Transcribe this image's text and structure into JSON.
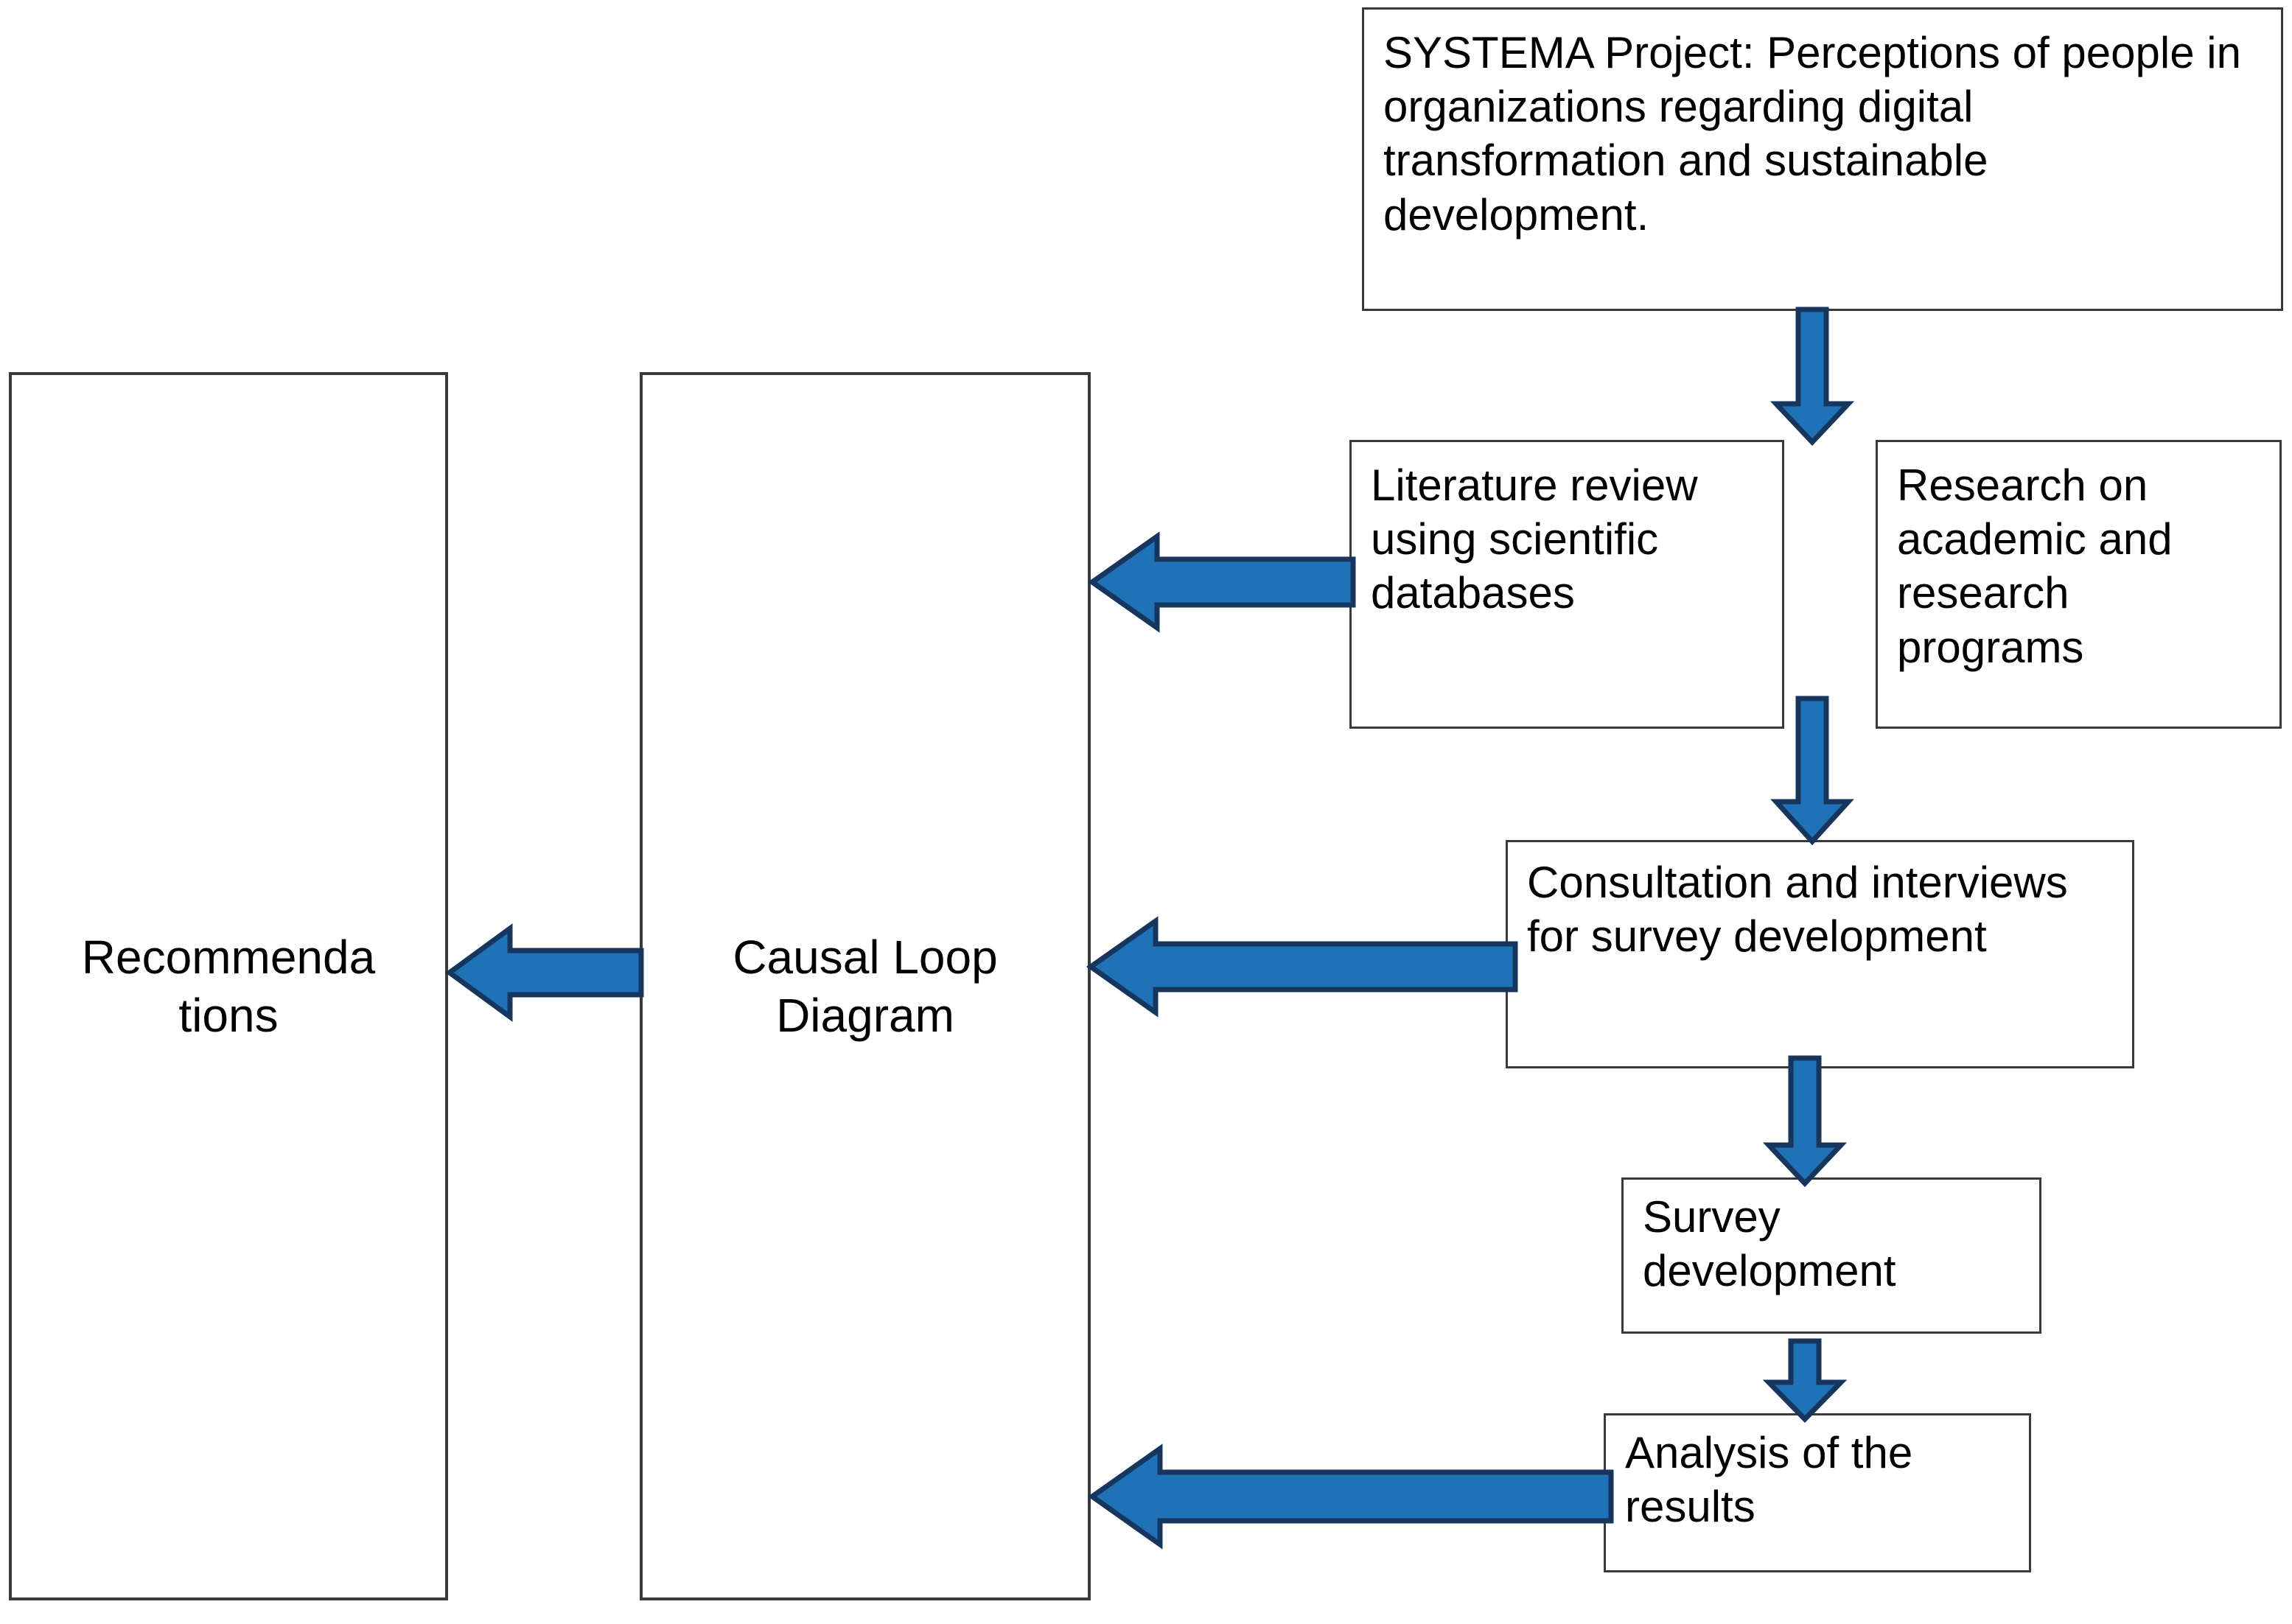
{
  "diagram": {
    "title": "SYSTEMA Project research methodology flowchart",
    "background_color": "#FFFFFF",
    "box_border_color": "#3A3A3A",
    "box_fill_color": "#FFFFFF",
    "text_color": "#000000",
    "arrow_fill_color": "#1F72B8",
    "arrow_stroke_color": "#17365D"
  },
  "nodes": {
    "project": {
      "label": "SYSTEMA Project: Perceptions of people in organizations regarding digital transformation and sustainable development."
    },
    "literature": {
      "label": "Literature review using scientific databases"
    },
    "research": {
      "label": "Research on academic and research programs"
    },
    "consultation": {
      "label": "Consultation and interviews for survey development"
    },
    "survey": {
      "label": "Survey development"
    },
    "analysis": {
      "label": "Analysis of the results"
    },
    "recommendations": {
      "label": "Recommenda\ntions"
    },
    "cld": {
      "label": "Causal Loop Diagram"
    }
  },
  "edges": [
    {
      "id": "project-to-research",
      "from": "project",
      "to": "research",
      "direction": "down"
    },
    {
      "id": "literature-to-cld",
      "from": "literature",
      "to": "cld",
      "direction": "left"
    },
    {
      "id": "research-to-consultation",
      "from": "research",
      "to": "consultation",
      "direction": "down"
    },
    {
      "id": "consultation-to-cld",
      "from": "consultation",
      "to": "cld",
      "direction": "left"
    },
    {
      "id": "consultation-to-survey",
      "from": "consultation",
      "to": "survey",
      "direction": "down"
    },
    {
      "id": "survey-to-analysis",
      "from": "survey",
      "to": "analysis",
      "direction": "down"
    },
    {
      "id": "analysis-to-cld",
      "from": "analysis",
      "to": "cld",
      "direction": "left"
    },
    {
      "id": "cld-to-recommendations",
      "from": "cld",
      "to": "recommendations",
      "direction": "left"
    }
  ]
}
